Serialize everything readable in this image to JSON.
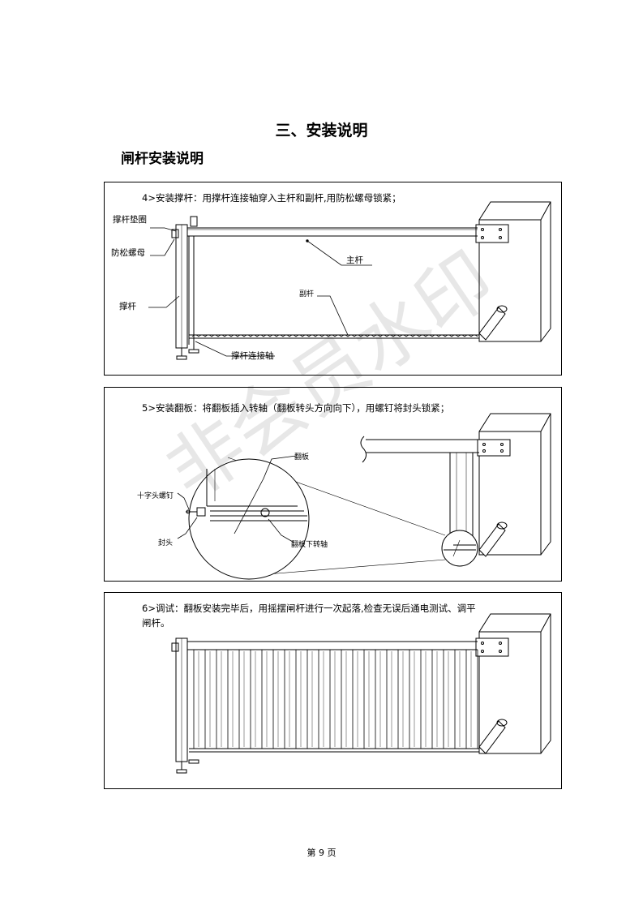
{
  "page": {
    "title": "三、安装说明",
    "subtitle": "闸杆安装说明",
    "page_number": "第 9 页",
    "watermark": "非会员水印"
  },
  "panels": [
    {
      "step": "4>安装撑杆：用撑杆连接轴穿入主杆和副杆,用防松螺母锁紧；",
      "labels": {
        "spacer": "撑杆垫圈",
        "lock_nut": "防松螺母",
        "strut": "撑杆",
        "main_pole": "主杆",
        "sub_pole": "副杆",
        "connect_axis": "撑杆连接轴"
      }
    },
    {
      "step": "5>安装翻板：将翻板插入转轴（翻板转头方向向下），用螺钉将封头锁紧；",
      "labels": {
        "flip_board": "翻板",
        "cross_screw": "十字头螺钉",
        "end_cap": "封头",
        "lower_axis": "翻板下转轴"
      }
    },
    {
      "step": "6>调试：翻板安装完毕后，用摇摆闸杆进行一次起落,检查无误后通电测试、调平闸杆。"
    }
  ]
}
